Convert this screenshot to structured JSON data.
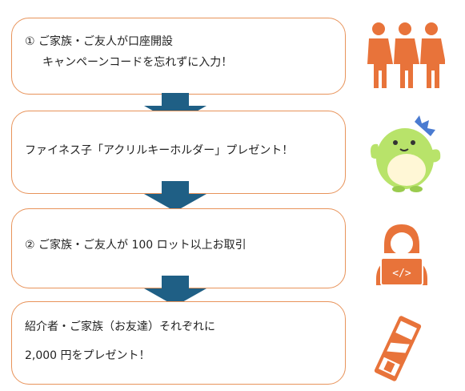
{
  "steps": [
    {
      "lines": [
        "① ご家族・ご友人が口座開設",
        "キャンペーンコードを忘れずに入力！"
      ]
    },
    {
      "lines": [
        "ファイネス子「アクリルキーホルダー」プレゼント！"
      ]
    },
    {
      "lines": [
        "② ご家族・ご友人が 100 ロット以上お取引"
      ]
    },
    {
      "lines": [
        "紹介者・ご家族（お友達）それぞれに",
        "2,000 円をプレゼント！"
      ]
    }
  ],
  "icons": [
    "people-icon",
    "mascot-icon",
    "developer-laptop-icon",
    "gift-ticket-icon"
  ],
  "colors": {
    "border": "#e8935a",
    "arrow": "#1f5f85",
    "icon": "#e8733a",
    "mascot": "#b8e36a"
  }
}
